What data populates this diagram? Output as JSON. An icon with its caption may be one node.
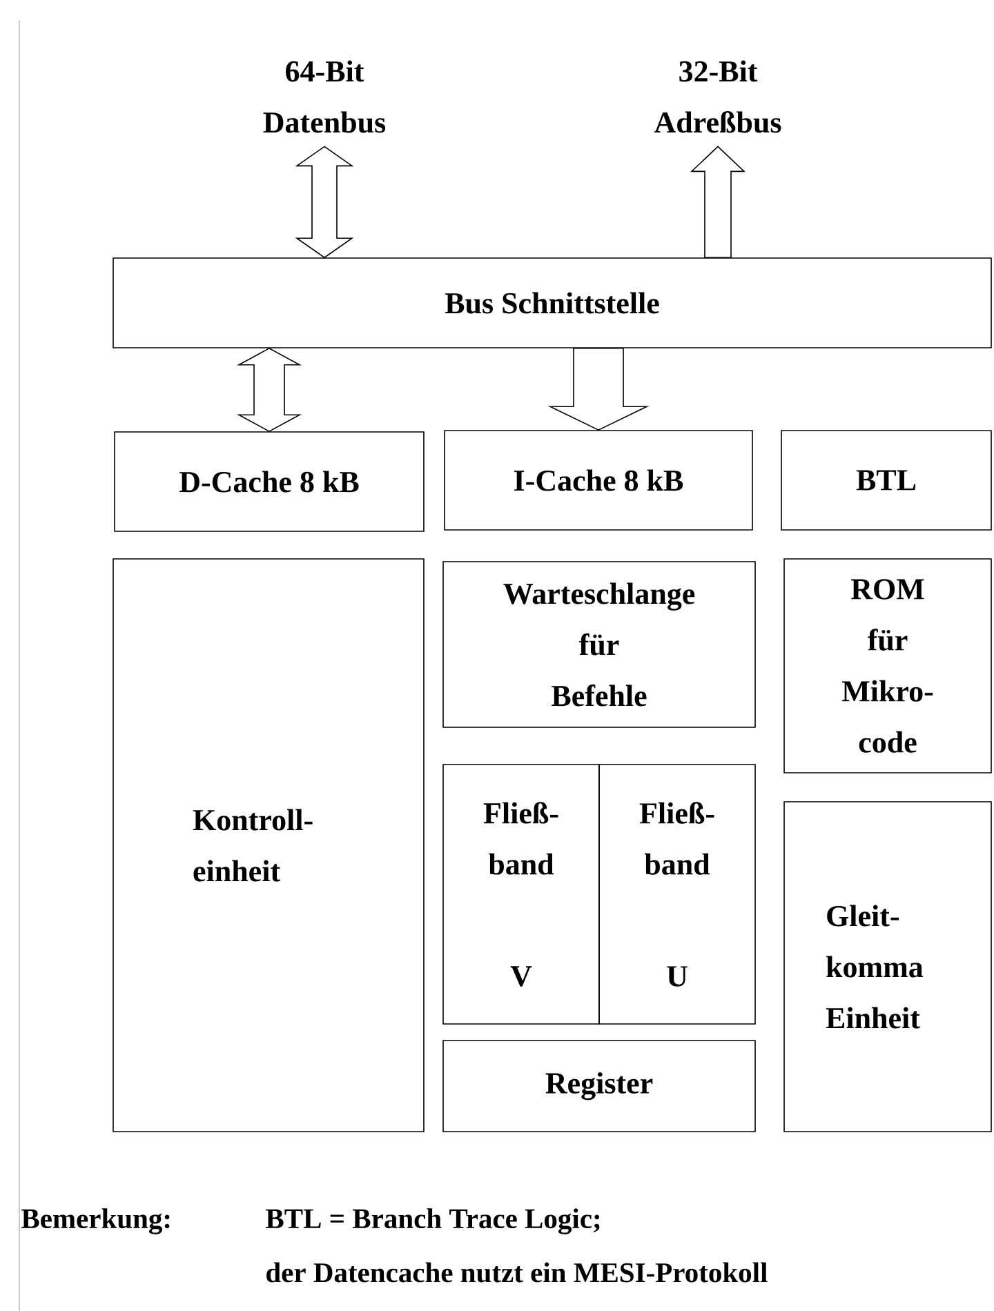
{
  "diagram": {
    "nodes": [
      {
        "text": [
          "64-Bit Datenbus"
        ]
      },
      {
        "text": [
          "32-Bit Adreßbus"
        ]
      },
      {
        "text": [
          "Bus Schnittstelle"
        ]
      },
      {
        "text": [
          "D-Cache  8 kB"
        ]
      },
      {
        "text": [
          "I-Cache  8 kB"
        ]
      },
      {
        "text": [
          "BTL"
        ]
      },
      {
        "text": [
          "Kontroll- einheit"
        ]
      },
      {
        "text": [
          "Warteschlange für Befehle"
        ]
      },
      {
        "text": [
          "Fließ- band",
          "V"
        ]
      },
      {
        "text": [
          "Fließ- band",
          "U"
        ]
      },
      {
        "text": [
          "Register"
        ]
      },
      {
        "text": [
          "ROM für Mikro- code"
        ]
      },
      {
        "text": [
          "Gleit- komma Einheit"
        ]
      }
    ],
    "edges": [
      {
        "from": 0,
        "to": 2,
        "arrow": "both"
      },
      {
        "from": 2,
        "to": 1,
        "arrow": "to"
      },
      {
        "from": 3,
        "to": 2,
        "arrow": "both"
      },
      {
        "from": 2,
        "to": 4,
        "arrow": "to"
      }
    ],
    "labels": [
      "Bemerkung:",
      "BTL  =  Branch Trace Logic;",
      "der Datencache nutzt ein MESI-Protokoll"
    ]
  }
}
